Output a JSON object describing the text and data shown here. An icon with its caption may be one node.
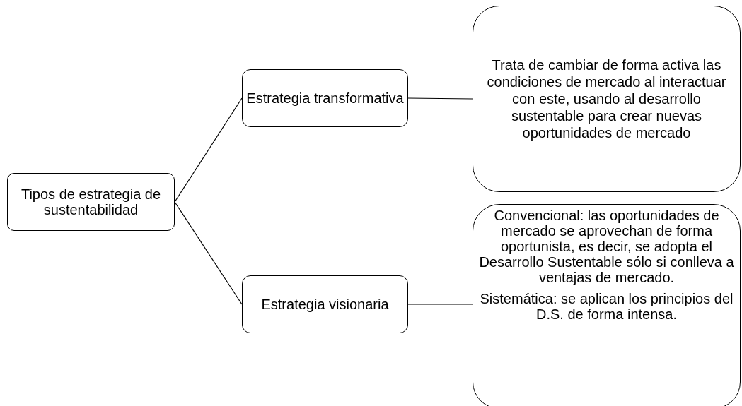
{
  "diagram": {
    "nodes": [
      {
        "text": [
          "Tipos de estrategia de sustentabilidad"
        ]
      },
      {
        "text": [
          "Estrategia transformativa"
        ]
      },
      {
        "text": [
          "Estrategia visionaria"
        ]
      },
      {
        "text": [
          "Trata de cambiar de forma activa las condiciones de mercado al interactuar con este, usando al desarrollo sustentable para crear nuevas oportunidades de mercado"
        ]
      },
      {
        "text": [
          "Convencional: las oportunidades de mercado se aprovechan de forma oportunista, es decir, se adopta el Desarrollo Sustentable sólo si conlleva a ventajas de mercado.",
          "Sistemática:  se aplican los principios del D.S. de forma intensa."
        ]
      }
    ],
    "edges": [
      {
        "from": 0,
        "to": 1,
        "arrow": "none"
      },
      {
        "from": 0,
        "to": 2,
        "arrow": "none"
      },
      {
        "from": 1,
        "to": 3,
        "arrow": "none"
      },
      {
        "from": 2,
        "to": 4,
        "arrow": "none"
      }
    ]
  }
}
